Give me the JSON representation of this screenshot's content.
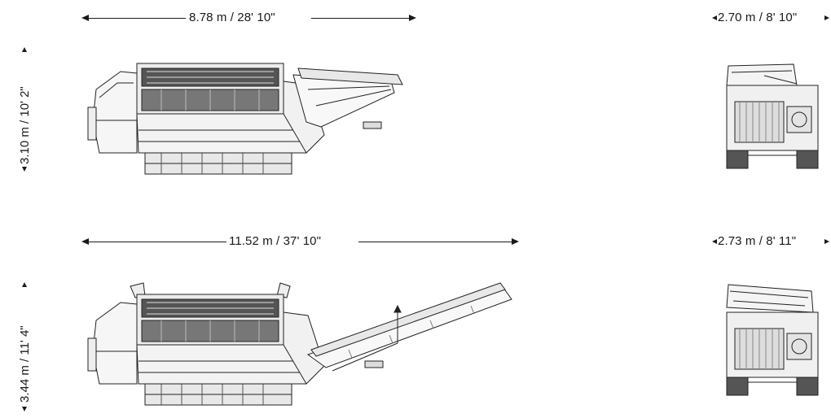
{
  "views": {
    "transport": {
      "length_label": "8.78 m / 28' 10\"",
      "height_label": "3.10 m / 10' 2\"",
      "width_label": "2.70 m / 8' 10\""
    },
    "working": {
      "length_label": "11.52 m / 37' 10\"",
      "height_label": "3.44 m / 11' 4\"",
      "width_label": "2.73 m / 8' 11\""
    }
  }
}
